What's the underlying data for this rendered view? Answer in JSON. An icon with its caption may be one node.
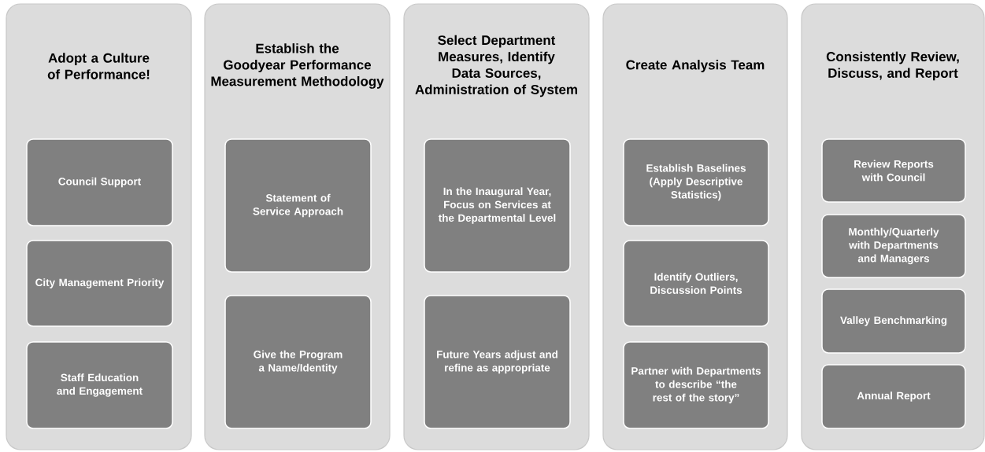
{
  "diagram": {
    "nodes": [
      {
        "text": [
          "Adopt a Culture of Performance!"
        ]
      },
      {
        "text": [
          "Council Support"
        ],
        "in": 0
      },
      {
        "text": [
          "City Management Priority"
        ],
        "in": 0
      },
      {
        "text": [
          "Staff Education and Engagement"
        ],
        "in": 0
      },
      {
        "text": [
          "Establish the Goodyear Performance Measurement Methodology"
        ]
      },
      {
        "text": [
          "Statement of Service Approach"
        ],
        "in": 4
      },
      {
        "text": [
          "Give the Program a Name/Identity"
        ],
        "in": 4
      },
      {
        "text": [
          "Select Department Measures, Identify Data Sources, Administration of System"
        ]
      },
      {
        "text": [
          "In the Inaugural Year, Focus on Services at the Departmental Level"
        ],
        "in": 7
      },
      {
        "text": [
          "Future Years adjust and refine as appropriate"
        ],
        "in": 7
      },
      {
        "text": [
          "Create Analysis Team"
        ]
      },
      {
        "text": [
          "Establish Baselines (Apply Descriptive Statistics)"
        ],
        "in": 10
      },
      {
        "text": [
          "Identify Outliers, Discussion Points"
        ],
        "in": 10
      },
      {
        "text": [
          "Partner with Departments to describe “the rest of the story”"
        ],
        "in": 10
      },
      {
        "text": [
          "Consistently Review, Discuss, and Report"
        ]
      },
      {
        "text": [
          "Review Reports with Council"
        ],
        "in": 14
      },
      {
        "text": [
          "Monthly/Quarterly with Departments and Managers"
        ],
        "in": 14
      },
      {
        "text": [
          "Valley Benchmarking"
        ],
        "in": 14
      },
      {
        "text": [
          "Annual Report"
        ],
        "in": 14
      }
    ]
  }
}
